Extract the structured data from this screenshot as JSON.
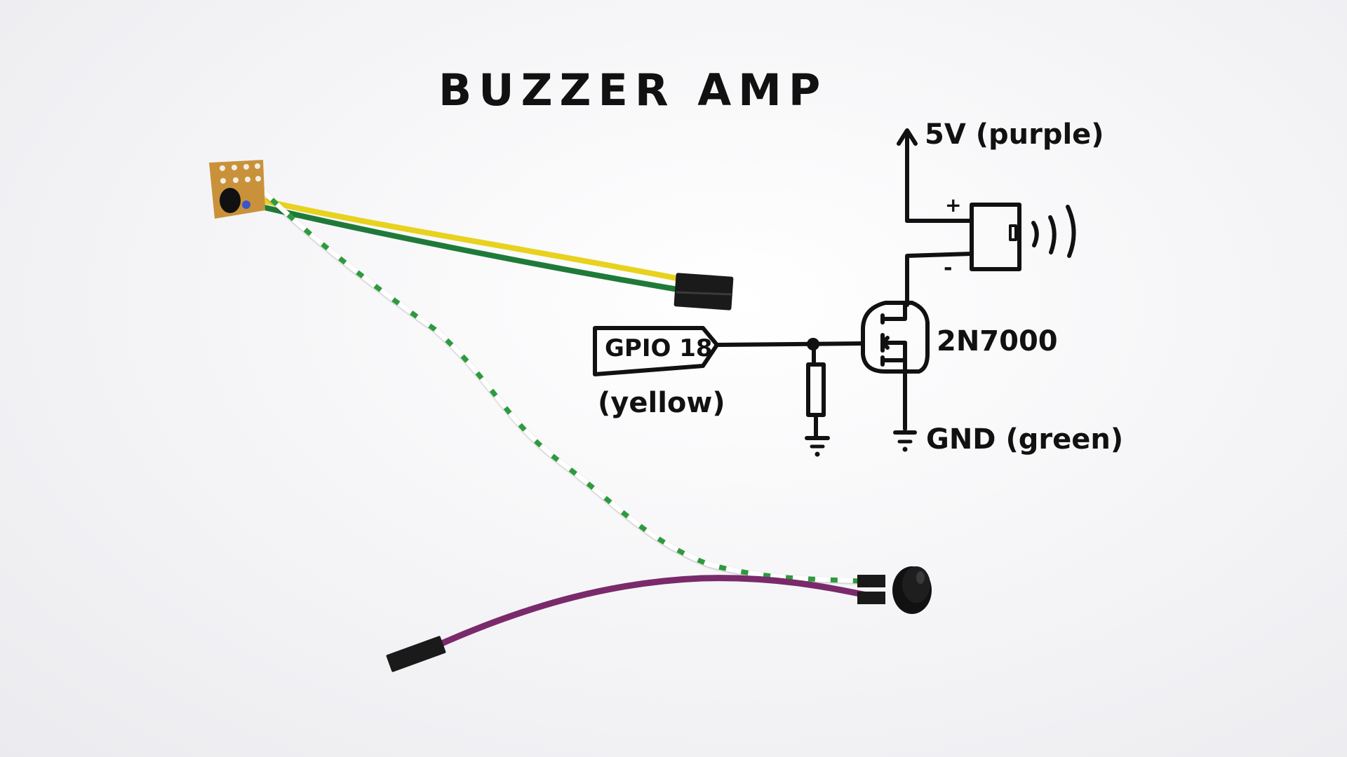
{
  "diagram": {
    "title": "BUZZER AMP",
    "supply_label": "5V (purple)",
    "input_label": "GPIO 18",
    "input_color_note": "(yellow)",
    "transistor_label": "2N7000",
    "ground_label": "GND (green)",
    "buzzer_plus": "+",
    "buzzer_minus": "-"
  },
  "wire_colors": {
    "yellow": "#e8d21e",
    "green": "#1f7a3a",
    "purple": "#7a2a6a",
    "white_green": "#ffffff",
    "pcb": "#c9923a",
    "black": "#1a1a1a"
  },
  "components": [
    {
      "name": "perfboard",
      "description": "small stripboard with transistor"
    },
    {
      "name": "dupont-connector-double",
      "description": "yellow/green header"
    },
    {
      "name": "dupont-connector-single",
      "description": "purple header"
    },
    {
      "name": "piezo-buzzer",
      "description": "black round buzzer"
    }
  ]
}
